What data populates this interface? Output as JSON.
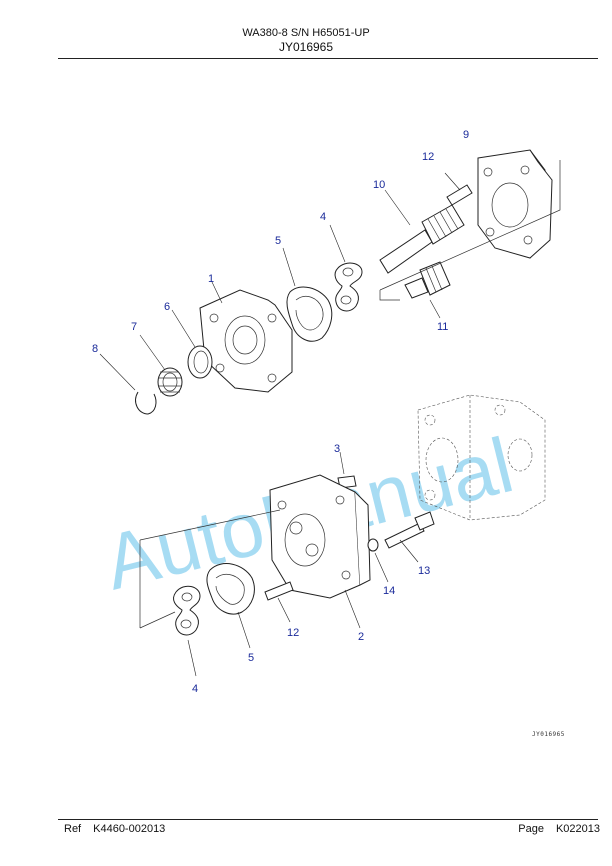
{
  "header": {
    "model": "WA380-8 S/N H65051-UP",
    "figure_code": "JY016965"
  },
  "diagram": {
    "figure_id": "JY016965",
    "watermark": "AutoManual",
    "callouts": [
      "9",
      "12",
      "10",
      "4",
      "5",
      "1",
      "6",
      "7",
      "8",
      "11",
      "3",
      "13",
      "14",
      "12",
      "2",
      "5",
      "4"
    ]
  },
  "footer": {
    "ref_label": "Ref",
    "ref_value": "K4460-002013",
    "page_label": "Page",
    "page_value": "K022013"
  }
}
